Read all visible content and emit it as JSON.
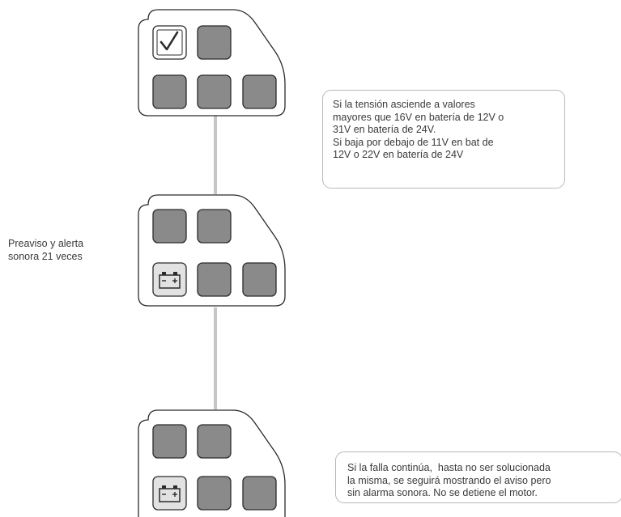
{
  "colors": {
    "panel_border": "#2b2b2b",
    "button_fill": "#8a8a8a",
    "active_fill": "#e2e2e2",
    "connector": "#c6c6c6",
    "callout_border": "#b8b8b8",
    "text": "#3a3a3a"
  },
  "panels": [
    {
      "name": "panel-initial",
      "active_icon": "checkmark-icon"
    },
    {
      "name": "panel-warning",
      "active_icon": "battery-icon"
    },
    {
      "name": "panel-persistent",
      "active_icon": "battery-icon"
    }
  ],
  "notes": {
    "top_lines": [
      "Si la tensión asciende a valores",
      "mayores que 16V en batería de 12V o",
      "31V en batería de 24V.",
      "Si baja por debajo de 11V en bat de",
      "12V o 22V en batería de 24V"
    ],
    "left_lines": [
      "Preaviso y alerta",
      "sonora 21 veces"
    ],
    "bottom_lines": [
      "Si la falla continúa,  hasta no ser solucionada",
      "la misma, se seguirá mostrando el aviso pero",
      "sin alarma sonora. No se detiene el motor."
    ]
  }
}
